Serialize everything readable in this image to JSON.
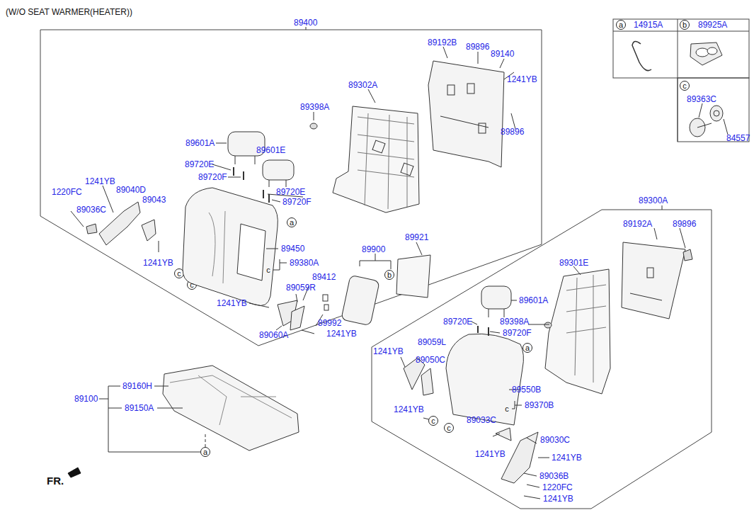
{
  "diagram": {
    "title": "(W/O SEAT WARMER(HEATER))",
    "labels": [
      "a",
      "14915A",
      "b",
      "89925A",
      "c",
      "89363C",
      "84557",
      "89400",
      "89192B",
      "89896",
      "89140",
      "1241YB",
      "89302A",
      "89398A",
      "89896",
      "89601A",
      "89601E",
      "89720E",
      "89720F",
      "1241YB",
      "89040D",
      "1220FC",
      "89720E",
      "89043",
      "89720F",
      "89036C",
      "a",
      "89450",
      "89900",
      "89921",
      "1241YB",
      "89380A",
      "c",
      "b",
      "c",
      "c",
      "89412",
      "89059R",
      "1241YB",
      "89992",
      "89060A",
      "1241YB",
      "89300A",
      "89192A",
      "89896",
      "89301E",
      "89601A",
      "89720E",
      "89398A",
      "89720F",
      "89059L",
      "a",
      "1241YB",
      "89050C",
      "89550B",
      "89370B",
      "c",
      "1241YB",
      "89033C",
      "c",
      "c",
      "89030C",
      "1241YB",
      "1241YB",
      "89036B",
      "1220FC",
      "1241YB",
      "89160H",
      "89100",
      "89150A",
      "a",
      "FR."
    ]
  }
}
